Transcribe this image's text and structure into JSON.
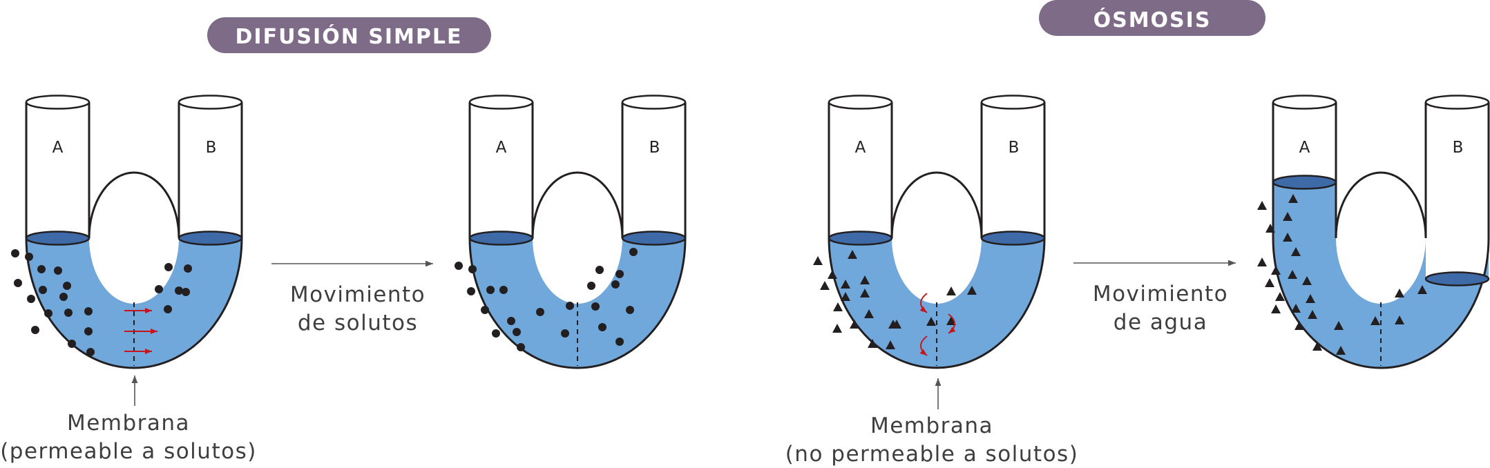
{
  "colors": {
    "pill": "#7d6b88",
    "water": "#70a8dc",
    "water_top": "#3f6aa8",
    "outline": "#231f20",
    "arrow_red": "#c4161c",
    "particle": "#231f20",
    "pointer": "#555555"
  },
  "sections": {
    "diffusion_title": "DIFUSIÓN SIMPLE",
    "osmosis_title": "ÓSMOSIS"
  },
  "tubes": {
    "left_label": "A",
    "right_label": "B"
  },
  "diffusion": {
    "membrane_caption_line1": "Membrana",
    "membrane_caption_line2": "(permeable a solutos)",
    "movement_line1": "Movimiento",
    "movement_line2": "de solutos"
  },
  "osmosis": {
    "membrane_caption_line1": "Membrana",
    "membrane_caption_line2": "(no permeable a solutos)",
    "movement_line1": "Movimiento",
    "movement_line2": "de agua"
  }
}
